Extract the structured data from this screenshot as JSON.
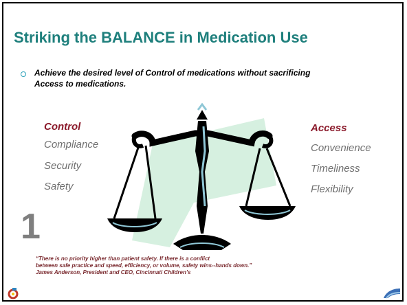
{
  "slide": {
    "title": "Striking the BALANCE in Medication Use",
    "bullet": "Achieve the desired level of Control of medications without sacrificing Access to medications.",
    "control": {
      "heading": "Control",
      "items": [
        "Compliance",
        "Security",
        "Safety"
      ]
    },
    "access": {
      "heading": "Access",
      "items": [
        "Convenience",
        "Timeliness",
        "Flexibility"
      ]
    },
    "slide_number": "1",
    "quote": {
      "line1": "“There is no priority higher than patient safety.  If there is a conflict",
      "line2": "between safe practice and speed, efficiency, or volume, safety wins--hands down.”",
      "attribution": "James Anderson, President and CEO, Cincinnati Children’s"
    }
  },
  "colors": {
    "title": "#1e7f7c",
    "heading": "#8b1a2b",
    "item": "#6f6f6f",
    "quote": "#7a2a2f",
    "scale_shadow": "#d6f0e0",
    "scale_highlight": "#8fc7d6"
  },
  "icons": {
    "center_image": "balance-scale-icon",
    "logo_left": "cincinnati-childrens-logo-icon",
    "logo_right": "corner-logo-icon"
  }
}
